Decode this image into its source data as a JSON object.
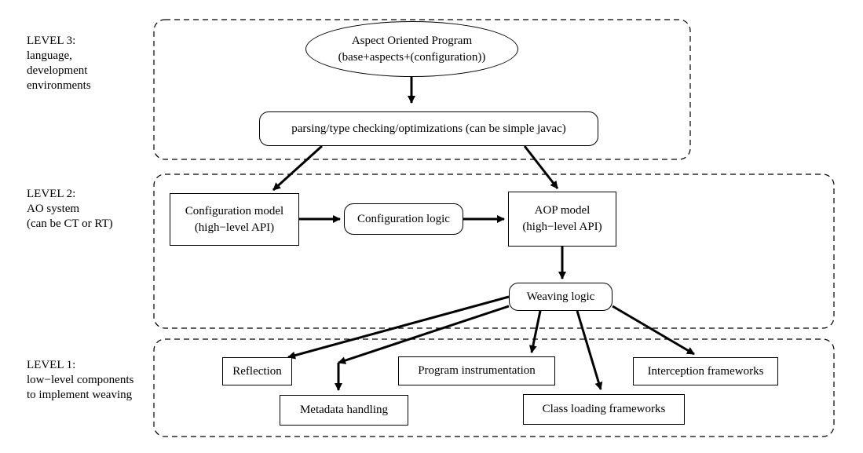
{
  "levels": {
    "level3": {
      "title": "LEVEL 3:",
      "line1": "language,",
      "line2": "development",
      "line3": "environments"
    },
    "level2": {
      "title": "LEVEL 2:",
      "line1": "AO system",
      "line2": "(can be CT or RT)"
    },
    "level1": {
      "title": "LEVEL 1:",
      "line1": "low−level components",
      "line2": "to implement weaving"
    }
  },
  "nodes": {
    "aop_program": {
      "line1": "Aspect Oriented Program",
      "line2": "(base+aspects+(configuration))"
    },
    "parsing": "parsing/type checking/optimizations (can be simple javac)",
    "config_model": {
      "line1": "Configuration model",
      "line2": "(high−level API)"
    },
    "config_logic": "Configuration logic",
    "aop_model": {
      "line1": "AOP model",
      "line2": "(high−level API)"
    },
    "weaving_logic": "Weaving logic",
    "reflection": "Reflection",
    "metadata": "Metadata handling",
    "instrumentation": "Program instrumentation",
    "classloading": "Class loading frameworks",
    "interception": "Interception frameworks"
  }
}
